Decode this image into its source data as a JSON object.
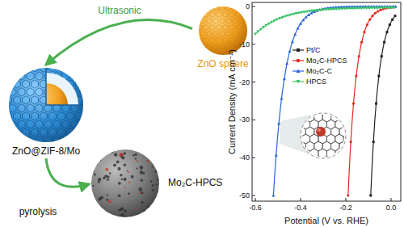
{
  "diagram": {
    "nodes": [
      {
        "text": [
          "ZnO sphere"
        ]
      },
      {
        "text": [
          "ZnO@ZIF-8/Mo"
        ]
      },
      {
        "text": [
          "Mo₂C-HPCS"
        ]
      }
    ],
    "edges": [
      {
        "from": 0,
        "to": 1,
        "label": "Ultrasonic",
        "arrow": "to"
      },
      {
        "from": 1,
        "to": 2,
        "label": "pyrolysis",
        "arrow": "to"
      }
    ],
    "labels": [
      "0",
      "-10",
      "-20",
      "-30",
      "-40",
      "-50",
      "-0.6",
      "-0.4",
      "-0.2",
      "0.0",
      "Current Density (mA cm⁻²)",
      "Potential (V vs. RHE)"
    ],
    "legend": [
      {
        "text": "Pt/C"
      },
      {
        "text": "Mo₂C-HPCS"
      },
      {
        "text": "Mo₂C-C"
      },
      {
        "text": "HPCS"
      }
    ]
  }
}
